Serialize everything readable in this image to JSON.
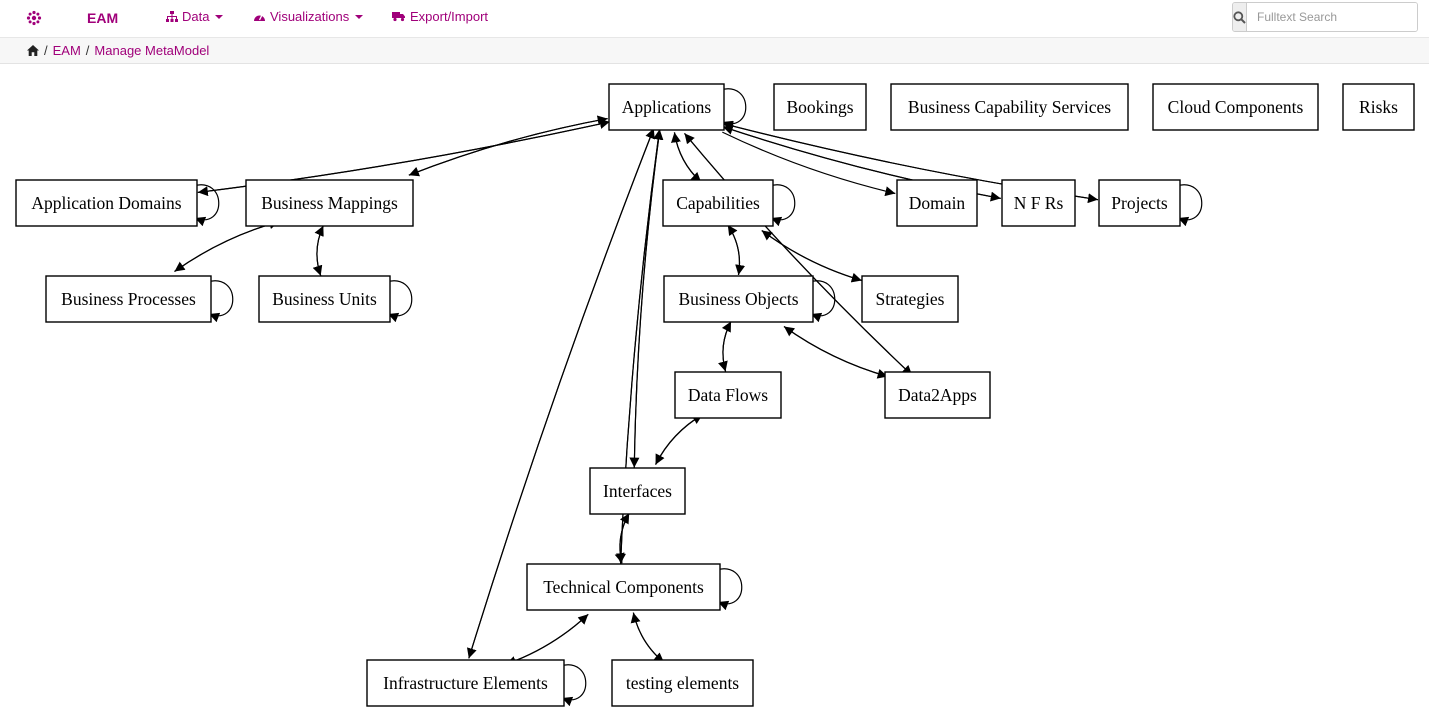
{
  "navbar": {
    "logo_icon": "flower-logo-icon",
    "brand": "EAM",
    "accent_color": "#a0007a",
    "menu": [
      {
        "label": "Data",
        "icon": "sitemap-icon",
        "dropdown": true
      },
      {
        "label": "Visualizations",
        "icon": "dashboard-icon",
        "dropdown": true
      },
      {
        "label": "Export/Import",
        "icon": "truck-icon",
        "dropdown": false
      }
    ],
    "search": {
      "placeholder": "Fulltext Search",
      "value": "",
      "icon": "search-icon"
    }
  },
  "breadcrumb": {
    "home_icon": "home-icon",
    "items": [
      "EAM",
      "Manage MetaModel"
    ]
  },
  "graph": {
    "nodes": [
      {
        "id": "applications",
        "label": "Applications"
      },
      {
        "id": "bookings",
        "label": "Bookings"
      },
      {
        "id": "bcs",
        "label": "Business Capability Services"
      },
      {
        "id": "cloud",
        "label": "Cloud Components"
      },
      {
        "id": "risks",
        "label": "Risks"
      },
      {
        "id": "appdomains",
        "label": "Application Domains"
      },
      {
        "id": "bizmappings",
        "label": "Business Mappings"
      },
      {
        "id": "capabilities",
        "label": "Capabilities"
      },
      {
        "id": "domain",
        "label": "Domain"
      },
      {
        "id": "nfrs",
        "label": "N F Rs"
      },
      {
        "id": "projects",
        "label": "Projects"
      },
      {
        "id": "bizprocesses",
        "label": "Business Processes"
      },
      {
        "id": "bizunits",
        "label": "Business Units"
      },
      {
        "id": "bizobjects",
        "label": "Business Objects"
      },
      {
        "id": "strategies",
        "label": "Strategies"
      },
      {
        "id": "dataflows",
        "label": "Data Flows"
      },
      {
        "id": "data2apps",
        "label": "Data2Apps"
      },
      {
        "id": "interfaces",
        "label": "Interfaces"
      },
      {
        "id": "techcomponents",
        "label": "Technical Components"
      },
      {
        "id": "infra",
        "label": "Infrastructure Elements"
      },
      {
        "id": "testing",
        "label": "testing elements"
      }
    ],
    "edges": [
      {
        "from": "applications",
        "to": "applications"
      },
      {
        "from": "applications",
        "to": "appdomains"
      },
      {
        "from": "appdomains",
        "to": "applications"
      },
      {
        "from": "appdomains",
        "to": "appdomains"
      },
      {
        "from": "applications",
        "to": "bizmappings"
      },
      {
        "from": "bizmappings",
        "to": "applications"
      },
      {
        "from": "applications",
        "to": "capabilities"
      },
      {
        "from": "capabilities",
        "to": "applications"
      },
      {
        "from": "applications",
        "to": "domain"
      },
      {
        "from": "applications",
        "to": "nfrs"
      },
      {
        "from": "nfrs",
        "to": "applications"
      },
      {
        "from": "applications",
        "to": "projects"
      },
      {
        "from": "projects",
        "to": "applications"
      },
      {
        "from": "projects",
        "to": "projects"
      },
      {
        "from": "applications",
        "to": "data2apps"
      },
      {
        "from": "data2apps",
        "to": "applications"
      },
      {
        "from": "applications",
        "to": "interfaces"
      },
      {
        "from": "interfaces",
        "to": "applications"
      },
      {
        "from": "applications",
        "to": "techcomponents"
      },
      {
        "from": "techcomponents",
        "to": "applications"
      },
      {
        "from": "applications",
        "to": "infra"
      },
      {
        "from": "infra",
        "to": "applications"
      },
      {
        "from": "bizmappings",
        "to": "bizprocesses"
      },
      {
        "from": "bizprocesses",
        "to": "bizmappings"
      },
      {
        "from": "bizprocesses",
        "to": "bizprocesses"
      },
      {
        "from": "bizmappings",
        "to": "bizunits"
      },
      {
        "from": "bizunits",
        "to": "bizmappings"
      },
      {
        "from": "bizunits",
        "to": "bizunits"
      },
      {
        "from": "capabilities",
        "to": "capabilities"
      },
      {
        "from": "capabilities",
        "to": "bizobjects"
      },
      {
        "from": "bizobjects",
        "to": "capabilities"
      },
      {
        "from": "capabilities",
        "to": "strategies"
      },
      {
        "from": "strategies",
        "to": "capabilities"
      },
      {
        "from": "bizobjects",
        "to": "bizobjects"
      },
      {
        "from": "bizobjects",
        "to": "dataflows"
      },
      {
        "from": "dataflows",
        "to": "bizobjects"
      },
      {
        "from": "bizobjects",
        "to": "data2apps"
      },
      {
        "from": "data2apps",
        "to": "bizobjects"
      },
      {
        "from": "dataflows",
        "to": "interfaces"
      },
      {
        "from": "interfaces",
        "to": "dataflows"
      },
      {
        "from": "interfaces",
        "to": "techcomponents"
      },
      {
        "from": "techcomponents",
        "to": "interfaces"
      },
      {
        "from": "techcomponents",
        "to": "techcomponents"
      },
      {
        "from": "techcomponents",
        "to": "infra"
      },
      {
        "from": "infra",
        "to": "techcomponents"
      },
      {
        "from": "infra",
        "to": "infra"
      },
      {
        "from": "techcomponents",
        "to": "testing"
      },
      {
        "from": "testing",
        "to": "techcomponents"
      }
    ]
  }
}
